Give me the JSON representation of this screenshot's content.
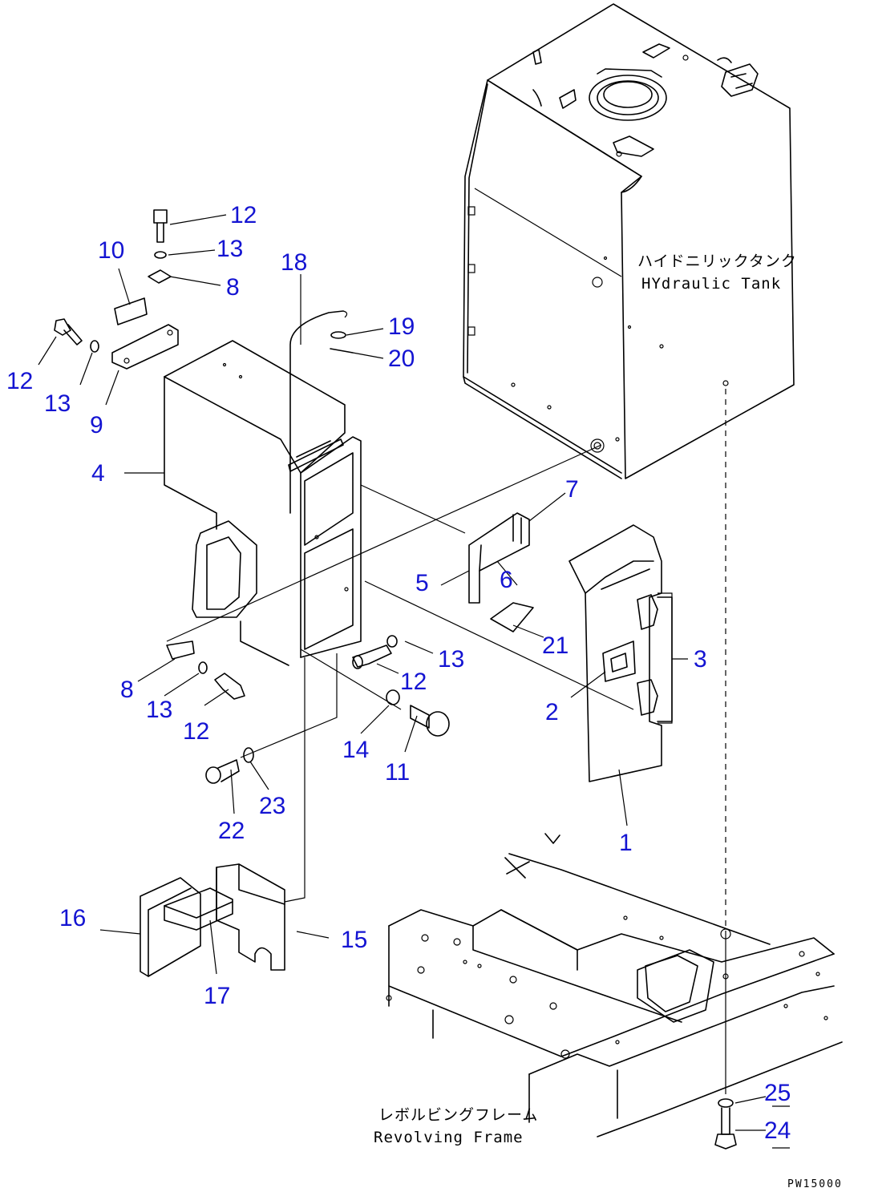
{
  "labels": {
    "tank_jp": "ハイドニリックタンク",
    "tank_en": "HYdraulic Tank",
    "frame_jp": "レボルビングフレーム",
    "frame_en": "Revolving Frame",
    "drawing_code": "PW15000"
  },
  "callouts": {
    "c1": "1",
    "c2": "2",
    "c3": "3",
    "c4": "4",
    "c5": "5",
    "c6": "6",
    "c7": "7",
    "c8a": "8",
    "c8b": "8",
    "c9": "9",
    "c10": "10",
    "c11": "11",
    "c12a": "12",
    "c12b": "12",
    "c12c": "12",
    "c12d": "12",
    "c13a": "13",
    "c13b": "13",
    "c13c": "13",
    "c13d": "13",
    "c14": "14",
    "c15": "15",
    "c16": "16",
    "c17": "17",
    "c18": "18",
    "c19": "19",
    "c20": "20",
    "c21": "21",
    "c22": "22",
    "c23": "23",
    "c24": "24",
    "c25": "25"
  },
  "colors": {
    "callout": "#1414d2",
    "line": "#000000",
    "background": "#ffffff"
  }
}
